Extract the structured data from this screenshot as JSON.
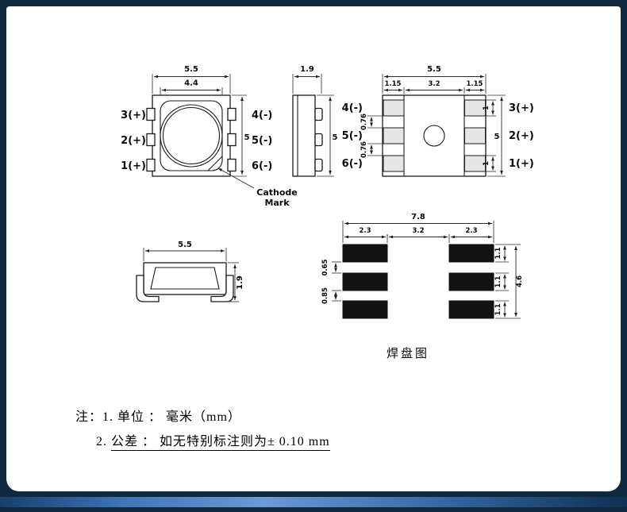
{
  "page": {
    "frame_color": "#10293f",
    "sheet_color": "#ffffff",
    "bar_gradient": [
      "#173f6e",
      "#6b9bd2",
      "#112f52"
    ]
  },
  "views": {
    "top": {
      "dims": {
        "width": "5.5",
        "inner_width": "4.4",
        "height": "5"
      },
      "pins_left": [
        "3(+)",
        "2(+)",
        "1(+)"
      ],
      "pins_right": [
        "4(-)",
        "5(-)",
        "6(-)"
      ],
      "cathode": {
        "line1": "Cathode",
        "line2": "Mark"
      }
    },
    "side": {
      "dims": {
        "width": "1.9",
        "height": "5"
      }
    },
    "bottom": {
      "dims": {
        "width": "5.5",
        "seg_left": "1.15",
        "seg_mid": "3.2",
        "seg_right": "1.15",
        "gap_top": "0.76",
        "gap_bottom": "0.76",
        "pad_top": "1",
        "pad_bottom": "1",
        "height": "5"
      },
      "pins_left": [
        "4(-)",
        "5(-)",
        "6(-)"
      ],
      "pins_right": [
        "3(+)",
        "2(+)",
        "1(+)"
      ]
    },
    "profile": {
      "dims": {
        "width": "5.5",
        "height": "1.9"
      }
    },
    "pad_layout": {
      "dims": {
        "width": "7.8",
        "seg_left": "2.3",
        "seg_mid": "3.2",
        "seg_right": "2.3",
        "gap_top": "0.65",
        "gap_bottom": "0.85",
        "pad_1": "1.1",
        "pad_2": "1.1",
        "pad_3": "1.1",
        "height": "4.6"
      },
      "caption": "焊盘图"
    }
  },
  "notes": {
    "line1": "注：1. 单位 ： 毫米（mm）",
    "line2_prefix": "2. ",
    "line2_text": "公差 ： 如无特别标注则为± 0.10 mm"
  }
}
